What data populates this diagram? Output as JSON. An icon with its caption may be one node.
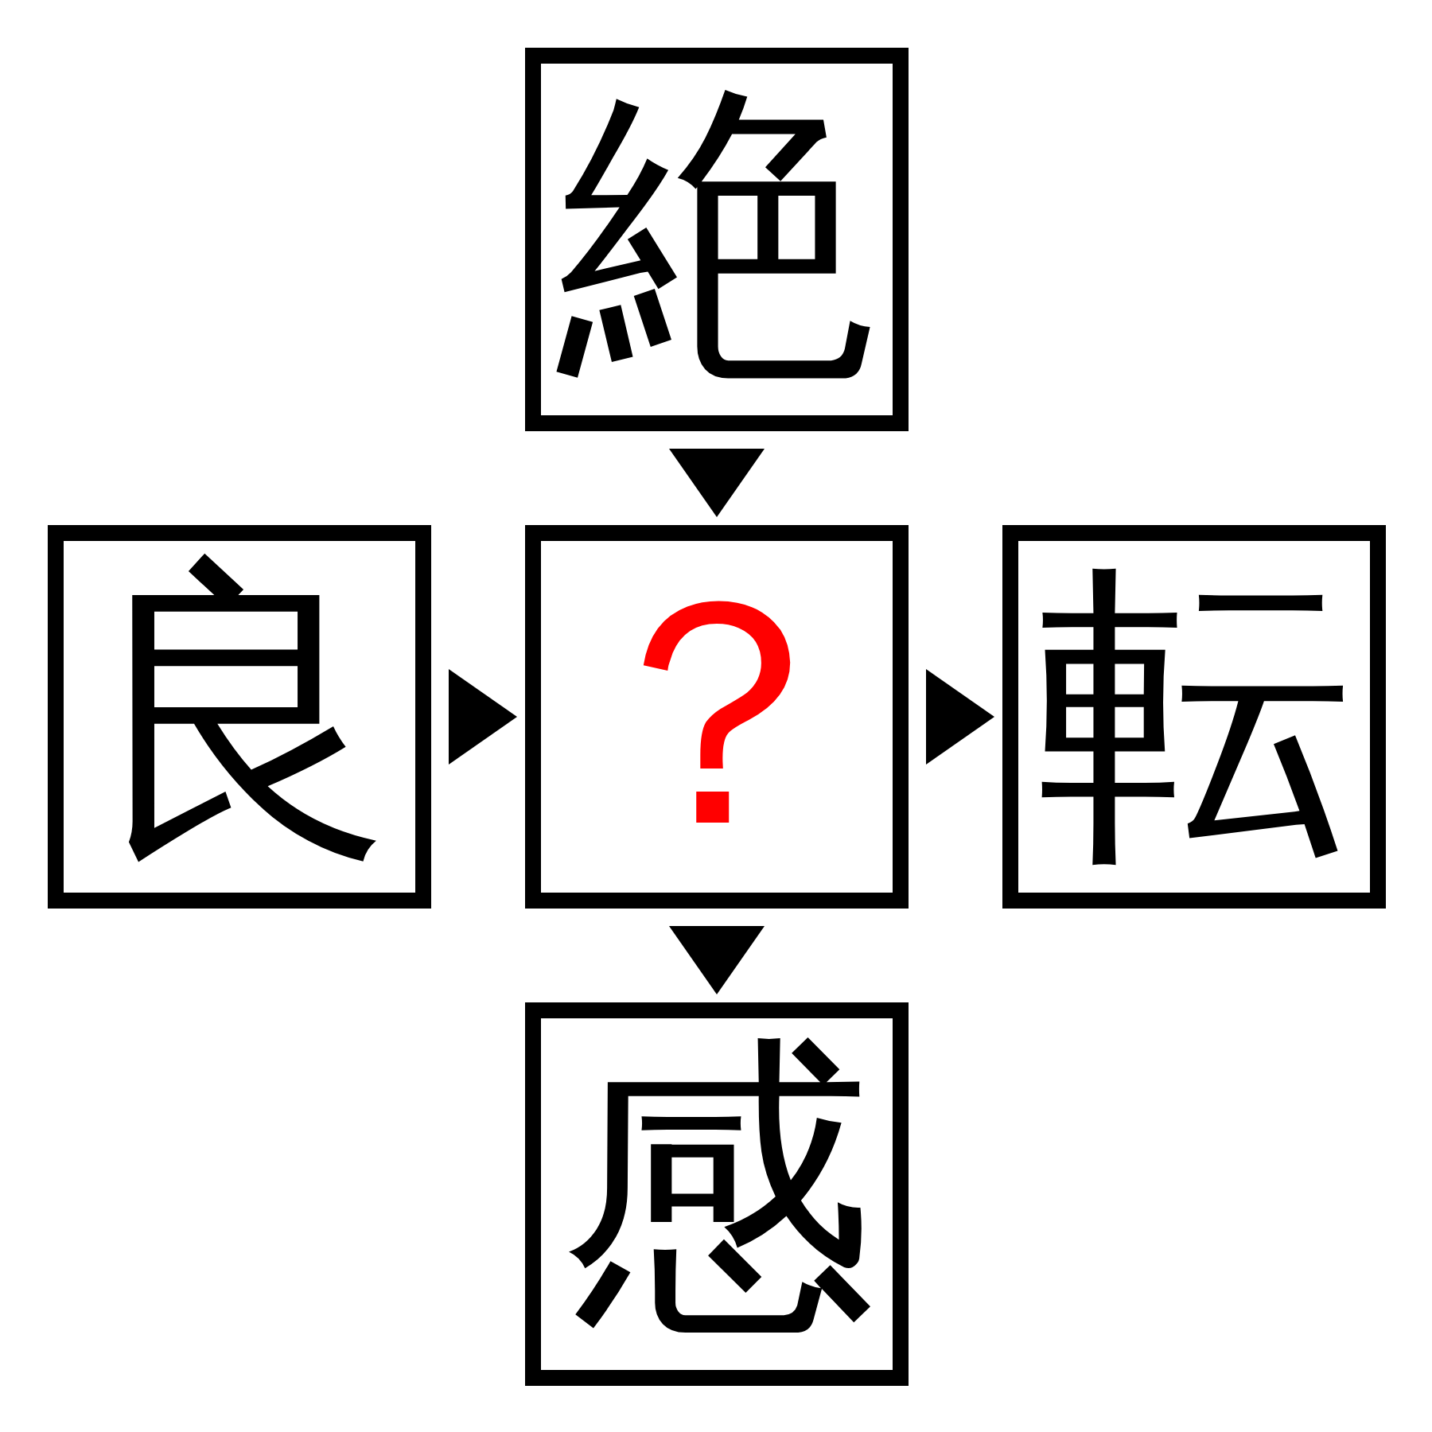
{
  "diagram": {
    "nodes": [
      {
        "text": [
          "絶"
        ]
      },
      {
        "text": [
          "良"
        ]
      },
      {
        "text": [
          "？"
        ]
      },
      {
        "text": [
          "転"
        ]
      },
      {
        "text": [
          "感"
        ]
      }
    ],
    "edges": [
      {
        "from": 0,
        "to": 2,
        "arrow": "to"
      },
      {
        "from": 1,
        "to": 2,
        "arrow": "to"
      },
      {
        "from": 2,
        "to": 3,
        "arrow": "to"
      },
      {
        "from": 2,
        "to": 4,
        "arrow": "to"
      }
    ]
  }
}
